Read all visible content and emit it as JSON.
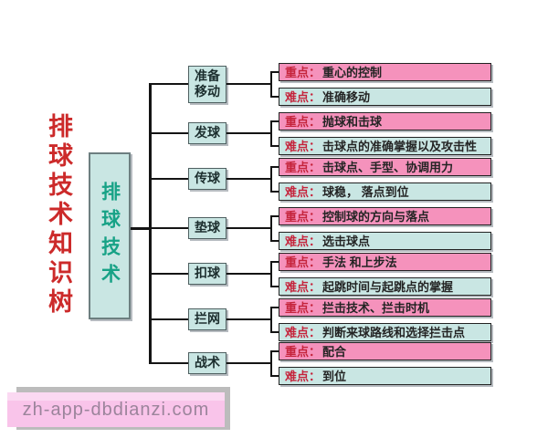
{
  "title": {
    "text": "排球技术知识树"
  },
  "root": {
    "label": "排球技术"
  },
  "labels": {
    "key": "重点：",
    "difficulty": "难点："
  },
  "colors": {
    "title_red": "#cc2a2a",
    "root_text_green": "#17a286",
    "node_fill_teal": "#c9e6e3",
    "key_fill_pink": "#f592bc",
    "label_red": "#c5243c",
    "line_black": "#141414",
    "watermark_pink": "#f9c4ea"
  },
  "rows": [
    {
      "node": "准备移动",
      "key": "重心的控制",
      "difficulty": "准确移动"
    },
    {
      "node": "发球",
      "key": "抛球和击球",
      "difficulty": "击球点的准确掌握以及攻击性"
    },
    {
      "node": "传球",
      "key": "击球点、手型、协调用力",
      "difficulty": "球稳， 落点到位"
    },
    {
      "node": "垫球",
      "key": "控制球的方向与落点",
      "difficulty": "选击球点"
    },
    {
      "node": "扣球",
      "key": "手法 和上步法",
      "difficulty": "起跳时间与起跳点的掌握"
    },
    {
      "node": "拦网",
      "key": "拦击技术、拦击时机",
      "difficulty": "判断来球路线和选择拦击点"
    },
    {
      "node": "战术",
      "key": "配合",
      "difficulty": "到位"
    }
  ],
  "watermark": {
    "text": "zh-app-dbdianzi.com"
  }
}
